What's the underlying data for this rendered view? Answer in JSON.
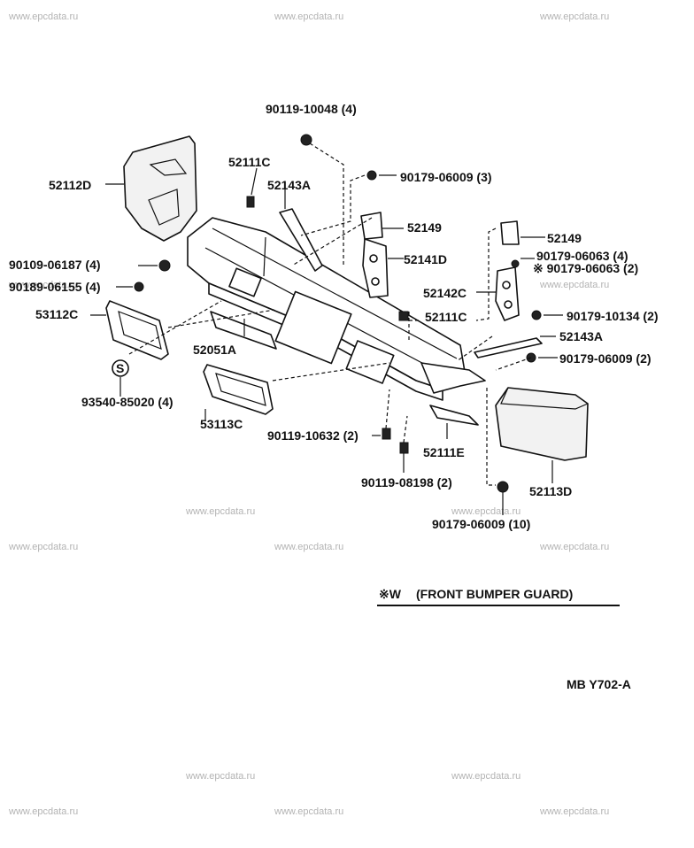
{
  "watermark": "www.epcdata.ru",
  "labels": {
    "p90119_10048": "90119-10048 (4)",
    "p52111C_top": "52111C",
    "p52143A_top": "52143A",
    "p90179_06009_3": "90179-06009 (3)",
    "p52112D": "52112D",
    "p52149_left": "52149",
    "p52149_right": "52149",
    "p52141D": "52141D",
    "p90179_06063_4": "90179-06063 (4)",
    "p90179_06063_2": "※ 90179-06063 (2)",
    "p90109_06187": "90109-06187 (4)",
    "p90189_06155": "90189-06155 (4)",
    "p52142C": "52142C",
    "p53112C": "53112C",
    "p52111C_mid": "52111C",
    "p90179_10134": "90179-10134 (2)",
    "p52143A_right": "52143A",
    "p52051A": "52051A",
    "p90179_06009_2": "90179-06009 (2)",
    "p93540_85020": "93540-85020 (4)",
    "p53113C": "53113C",
    "p90119_10632": "90119-10632 (2)",
    "p52111E": "52111E",
    "p90119_08198": "90119-08198 (2)",
    "p52113D": "52113D",
    "p90179_06009_10": "90179-06009 (10)",
    "note_mark": "※W",
    "note_text": "(FRONT  BUMPER  GUARD)",
    "ref_code": "MB Y702-A",
    "s_mark": "S"
  }
}
